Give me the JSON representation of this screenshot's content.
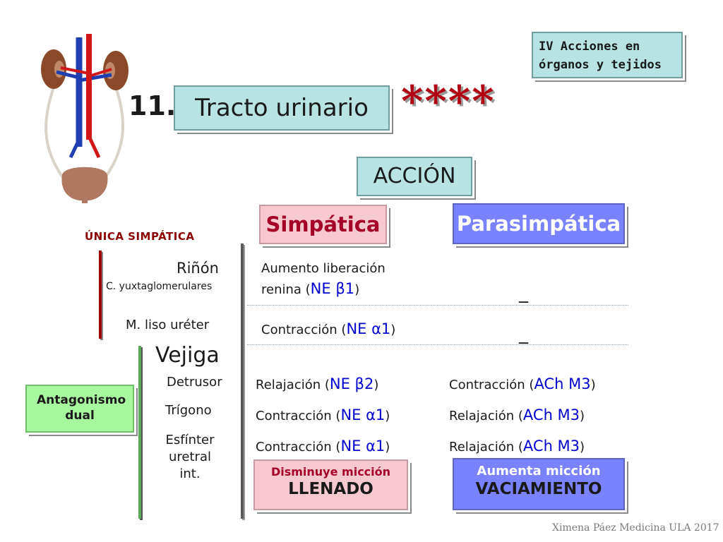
{
  "header": {
    "section_label": "IV Acciones en órganos y tejidos",
    "number": "11.",
    "title": "Tracto urinario",
    "stars": "****"
  },
  "accion_label": "ACCIÓN",
  "columns": {
    "simpatica": "Simpática",
    "parasimpatica": "Parasimpática"
  },
  "unica_simpatica": "ÚNICA SIMPÁTICA",
  "organs": {
    "rinon": "Riñón",
    "rinon_sub": "C. yuxtaglomerulares",
    "ureter": "M. liso uréter",
    "vejiga": "Vejiga",
    "detrusor": "Detrusor",
    "trigono": "Trígono",
    "esfinter": "Esfínter uretral int."
  },
  "antagonismo": "Antagonismo dual",
  "rows": {
    "rinon_simp_line1": "Aumento liberación",
    "rinon_simp_line2_pre": "renina (",
    "rinon_simp_line2_blue": "NE β1",
    "rinon_simp_line2_post": ")",
    "rinon_para": "_",
    "ureter_simp_pre": "Contracción (",
    "ureter_simp_blue": "NE α1",
    "ureter_simp_post": ")",
    "ureter_para": "_",
    "detrusor_simp_pre": "Relajación (",
    "detrusor_simp_blue": "NE β2",
    "detrusor_simp_post": ")",
    "detrusor_para_pre": "Contracción (",
    "detrusor_para_blue": "ACh M3",
    "detrusor_para_post": ")",
    "trigono_simp_pre": "Contracción (",
    "trigono_simp_blue": "NE α1",
    "trigono_simp_post": ")",
    "trigono_para_pre": "Relajación (",
    "trigono_para_blue": "ACh M3",
    "trigono_para_post": ")",
    "esfinter_simp_pre": "Contracción (",
    "esfinter_simp_blue": "NE α1",
    "esfinter_simp_post": ")",
    "esfinter_para_pre": "Relajación (",
    "esfinter_para_blue": "ACh M3",
    "esfinter_para_post": ")"
  },
  "summary": {
    "simp_top": "Disminuye micción",
    "simp_bottom": "LLENADO",
    "para_top": "Aumenta micción",
    "para_bottom": "VACIAMIENTO"
  },
  "credit": "Ximena Páez Medicina ULA 2017",
  "icons": [
    "kidney-bladder-illustration"
  ],
  "colors": {
    "teal_box": "#b7e3e3",
    "pink_box": "#f6c8cf",
    "blue_box": "#7a83ff",
    "green_box": "#a6f79d",
    "star_red": "#b00012",
    "ne_ach_blue": "#0000d0",
    "organ_line_red": "#a00000",
    "organ_line_green": "#5aa85a"
  }
}
